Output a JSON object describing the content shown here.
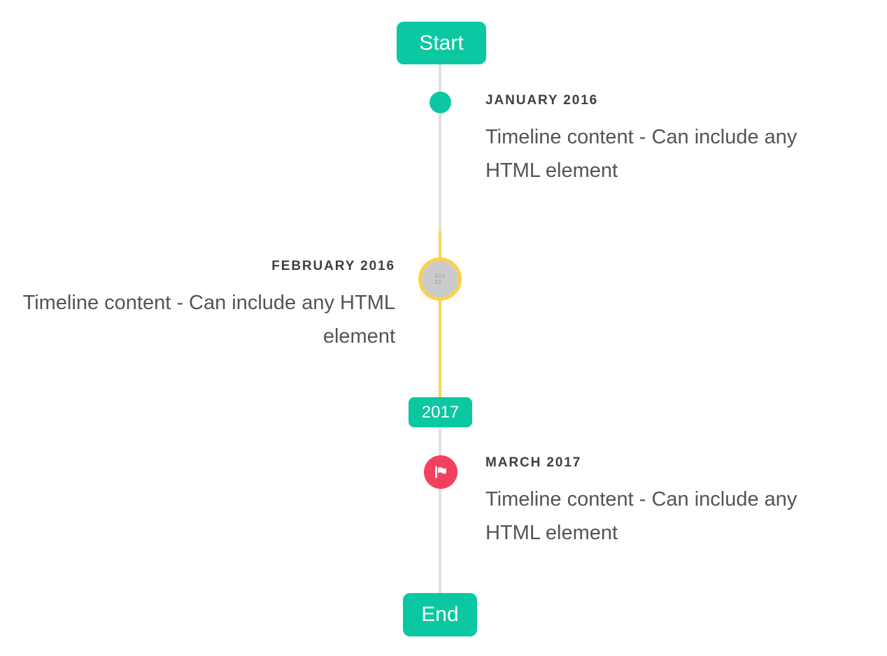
{
  "timeline": {
    "colors": {
      "accent": "#0BC8A2",
      "line": "#E1E1E3",
      "highlight": "#FAD14E",
      "markerfill": "#CBCBCB",
      "danger": "#F4405F",
      "heading": "#3A4045",
      "bodytext": "#505558"
    },
    "start_label": "Start",
    "period_2017_label": "2017",
    "end_label": "End",
    "items": [
      {
        "title": "JANUARY 2016",
        "body": "Timeline content - Can include any HTML element",
        "side": "right",
        "marker": "dot"
      },
      {
        "title": "FEBRUARY 2016",
        "body": "Timeline content - Can include any HTML element",
        "side": "left",
        "marker": "broken-image",
        "marker_alt": "32x32"
      },
      {
        "title": "MARCH 2017",
        "body": "Timeline content - Can include any HTML element",
        "side": "right",
        "marker": "flag"
      }
    ]
  }
}
